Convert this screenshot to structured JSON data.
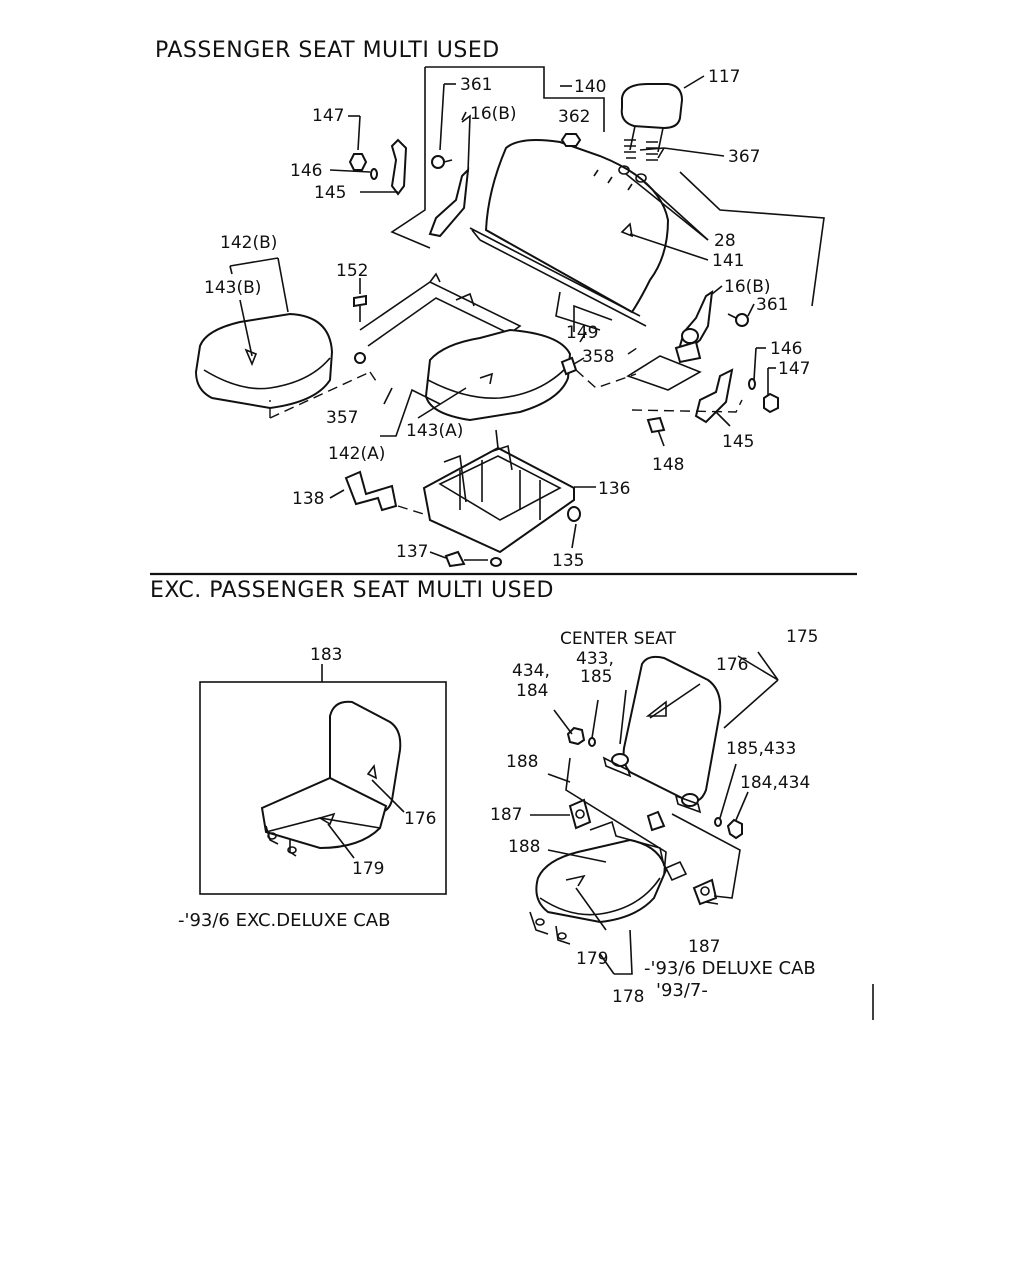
{
  "headings": {
    "top": "PASSENGER SEAT MULTI USED",
    "bottom": "EXC. PASSENGER SEAT MULTI USED",
    "center_seat": "CENTER SEAT"
  },
  "top_labels": {
    "p117": "117",
    "p140": "140",
    "p361a": "361",
    "p362": "362",
    "p16b_a": "16(B)",
    "p147a": "147",
    "p146a": "146",
    "p145a": "145",
    "p367": "367",
    "p28": "28",
    "p141": "141",
    "p142b": "142(B)",
    "p143b": "143(B)",
    "p152": "152",
    "p16b_b": "16(B)",
    "p361b": "361",
    "p149": "149",
    "p358": "358",
    "p146b": "146",
    "p147b": "147",
    "p357": "357",
    "p143a": "143(A)",
    "p142a": "142(A)",
    "p145b": "145",
    "p148": "148",
    "p138": "138",
    "p136": "136",
    "p137": "137",
    "p135": "135"
  },
  "bottom_labels": {
    "p183": "183",
    "p176a": "176",
    "p179a": "179",
    "p175": "175",
    "p176b": "176",
    "p434_184a": "434,",
    "p434_184b": "184",
    "p433_185a": "433,",
    "p433_185b": "185",
    "p188a": "188",
    "p187a": "187",
    "p188b": "188",
    "p185_433": "185,433",
    "p184_434": "184,434",
    "p187b": "187",
    "p179b": "179",
    "p178": "178"
  },
  "notes": {
    "left": "-'93/6 EXC.DELUXE CAB",
    "right1": "-'93/6 DELUXE CAB",
    "right2": "'93/7-"
  }
}
